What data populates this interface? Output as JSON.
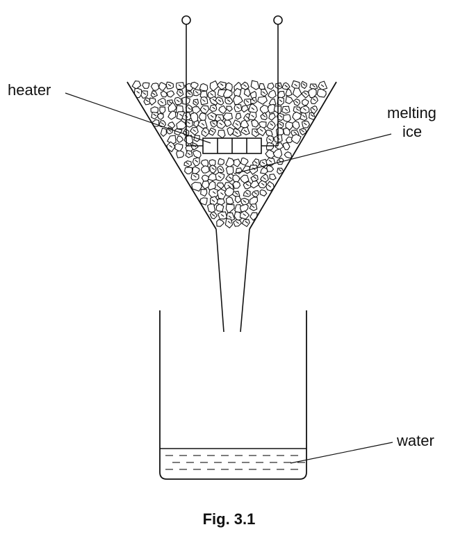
{
  "labels": {
    "heater": "heater",
    "melting": "melting",
    "ice": "ice",
    "water": "water"
  },
  "caption": "Fig. 3.1",
  "colors": {
    "ink": "#111111",
    "background": "#ffffff"
  }
}
